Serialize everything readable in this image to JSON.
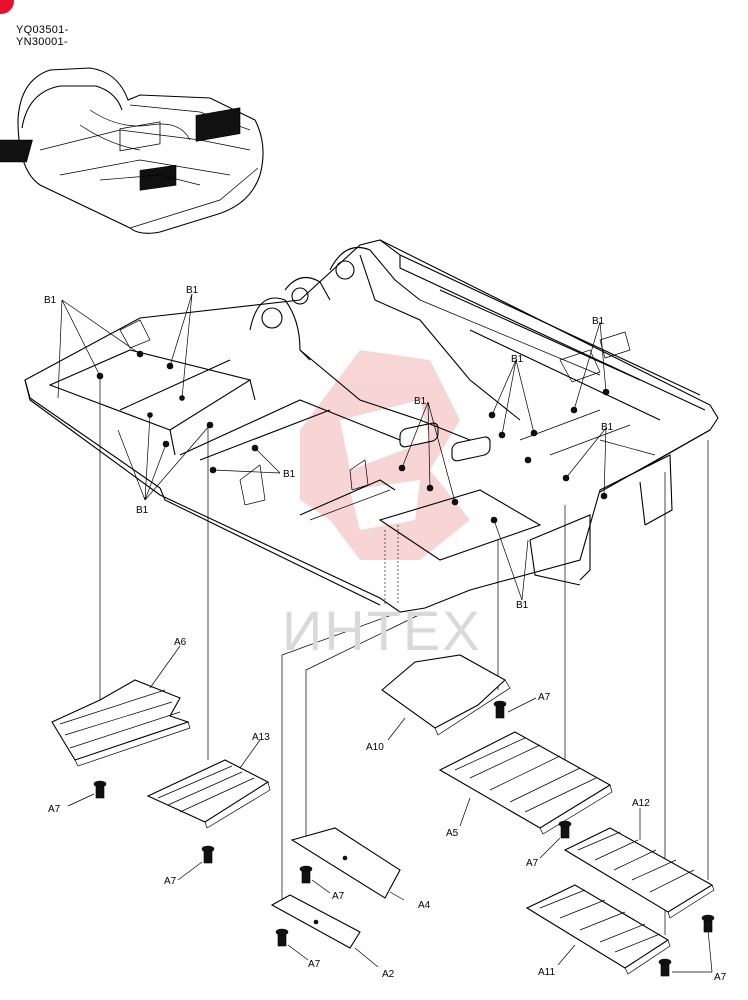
{
  "serials": [
    "YQ03501-",
    "YN30001-"
  ],
  "watermark": {
    "text": "ИНТЕХ",
    "color": "#f2a0a0"
  },
  "colors": {
    "corner_mark": "#e8102a",
    "watermark_logo": "#f4b4b4",
    "line": "#000000"
  },
  "callouts": {
    "b1": "B1",
    "a2": "A2",
    "a4": "A4",
    "a5": "A5",
    "a6": "A6",
    "a7": "A7",
    "a10": "A10",
    "a11": "A11",
    "a12": "A12",
    "a13": "A13"
  }
}
